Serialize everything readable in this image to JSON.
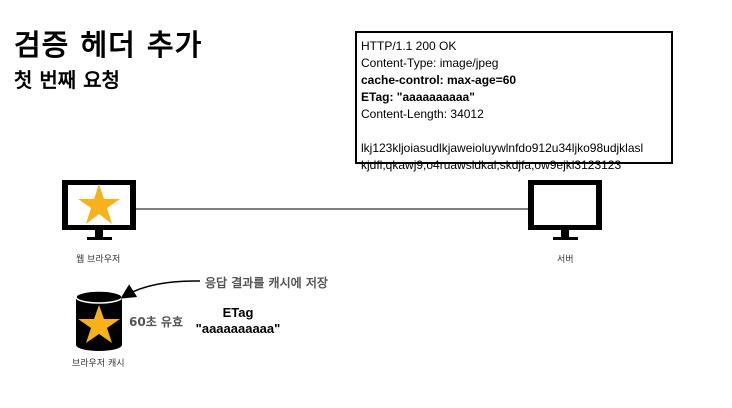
{
  "slide": {
    "title": "검증 헤더 추가",
    "subtitle": "첫 번째 요청"
  },
  "response": {
    "status_line": "HTTP/1.1 200 OK",
    "content_type": "Content-Type: image/jpeg",
    "cache_control": "cache-control: max-age=60",
    "etag": "ETag: \"aaaaaaaaaa\"",
    "content_length": "Content-Length: 34012",
    "body_line1": "lkj123kljoiasudlkjaweioluywlnfdo912u34ljko98udjklasl",
    "body_line2": "kjdfl;qkawj9;o4ruawsldkal;skdjfa;ow9ejkl3123123"
  },
  "nodes": {
    "browser_label": "웹 브라우저",
    "server_label": "서버",
    "cache_label": "브라우저 캐시"
  },
  "annotations": {
    "store_note": "응답 결과를 캐시에 저장",
    "validity": "60초 유효",
    "etag_title": "ETag",
    "etag_value": "\"aaaaaaaaaa\""
  },
  "colors": {
    "star": "#f7b21b",
    "device": "#000000",
    "line": "#000000"
  },
  "icons": [
    "browser-monitor-icon",
    "server-monitor-icon",
    "cache-cylinder-icon",
    "star-icon"
  ]
}
